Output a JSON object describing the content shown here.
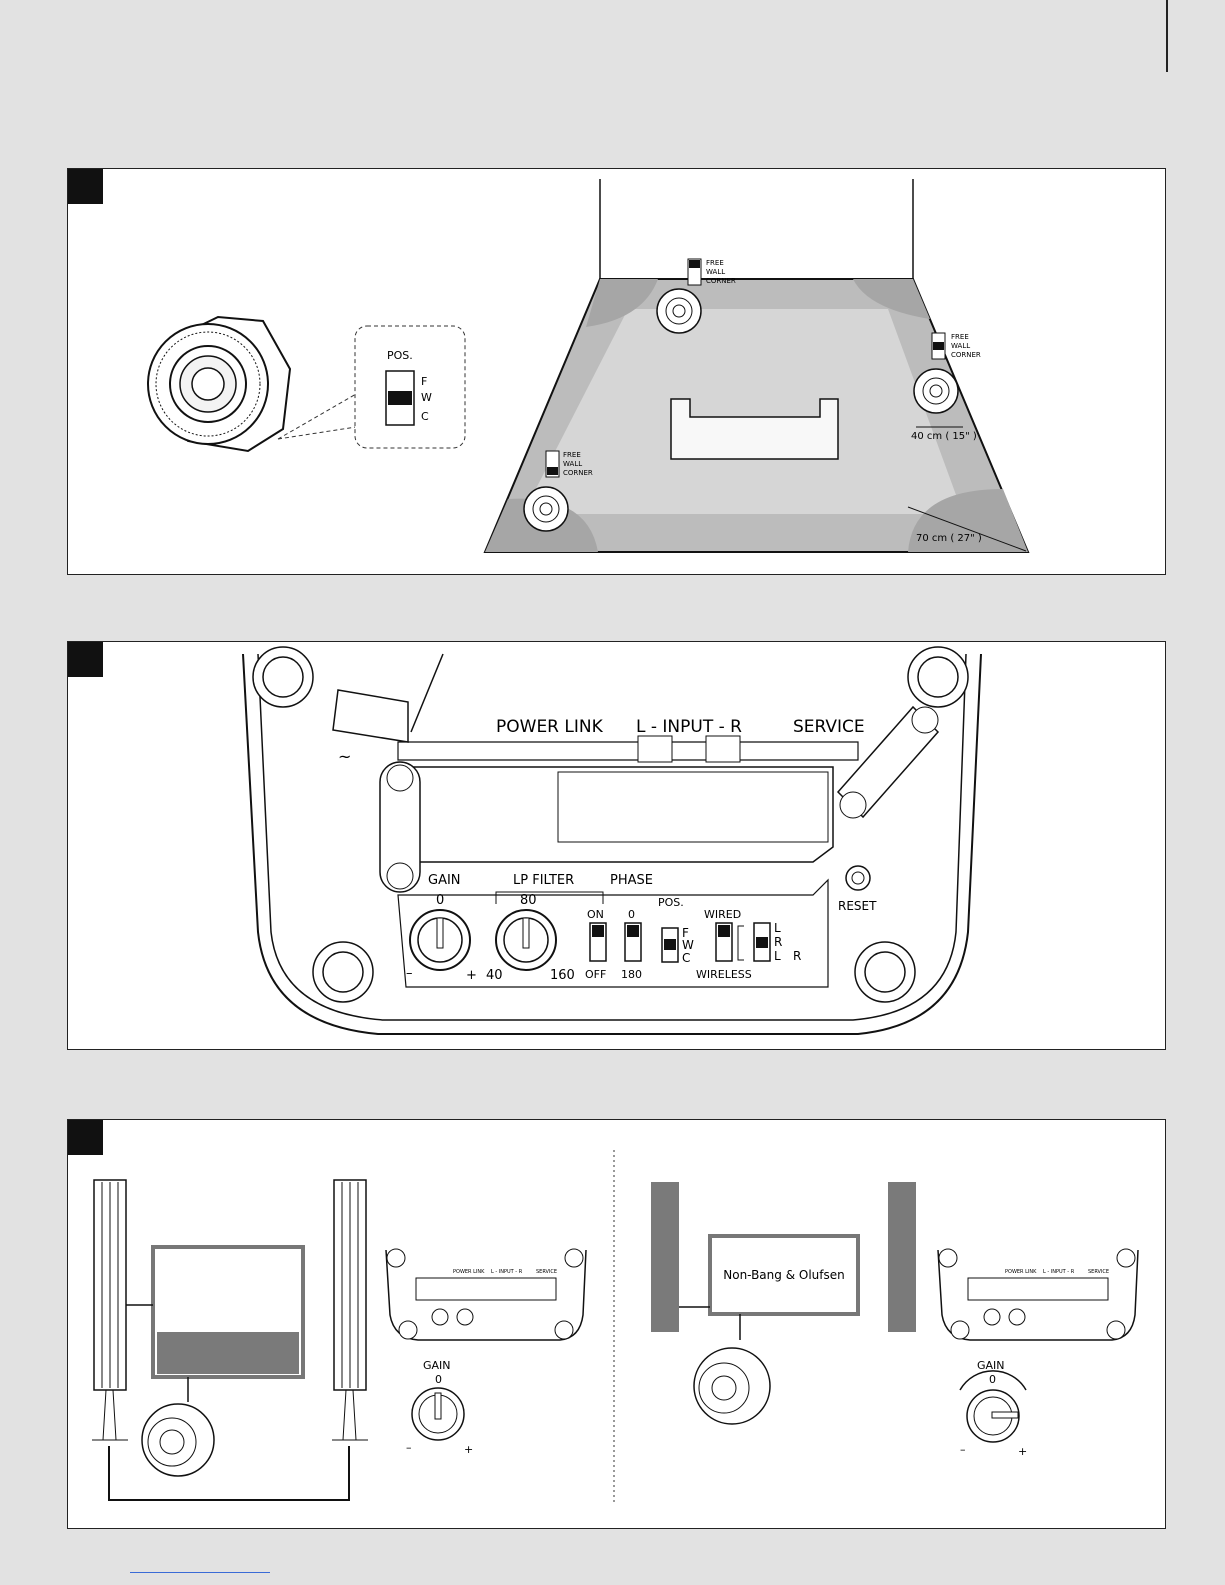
{
  "fig1": {
    "pos_switch": {
      "label": "POS.",
      "options": [
        "F",
        "W",
        "C"
      ]
    },
    "placement_labels": [
      "FREE",
      "WALL",
      "CORNER"
    ],
    "dim_wall": "40 cm ( 15\" )",
    "dim_corner": "70 cm ( 27\" )"
  },
  "fig2": {
    "title_power_link": "POWER LINK",
    "title_input": "L - INPUT - R",
    "title_service": "SERVICE",
    "gain": {
      "label": "GAIN",
      "zero": "0",
      "minus": "–",
      "plus": "+"
    },
    "lp_filter": {
      "label": "LP FILTER",
      "mid": "80",
      "min": "40",
      "max": "160"
    },
    "onoff": {
      "on": "ON",
      "off": "OFF"
    },
    "phase": {
      "label": "PHASE",
      "top": "0",
      "bottom": "180"
    },
    "pos": {
      "label": "POS.",
      "f": "F",
      "w": "W",
      "c": "C"
    },
    "wired": "WIRED",
    "wireless": "WIRELESS",
    "lr": {
      "l": "L",
      "r": "R",
      "l2": "L",
      "r2": "R"
    },
    "reset": "RESET"
  },
  "fig3": {
    "right_tv_label": "Non-Bang & Olufsen",
    "gain_label": "GAIN",
    "gain_zero": "0",
    "minus": "–",
    "plus": "+",
    "mini_panel": {
      "power_link": "POWER LINK",
      "input": "L - INPUT - R",
      "service": "SERVICE"
    }
  }
}
